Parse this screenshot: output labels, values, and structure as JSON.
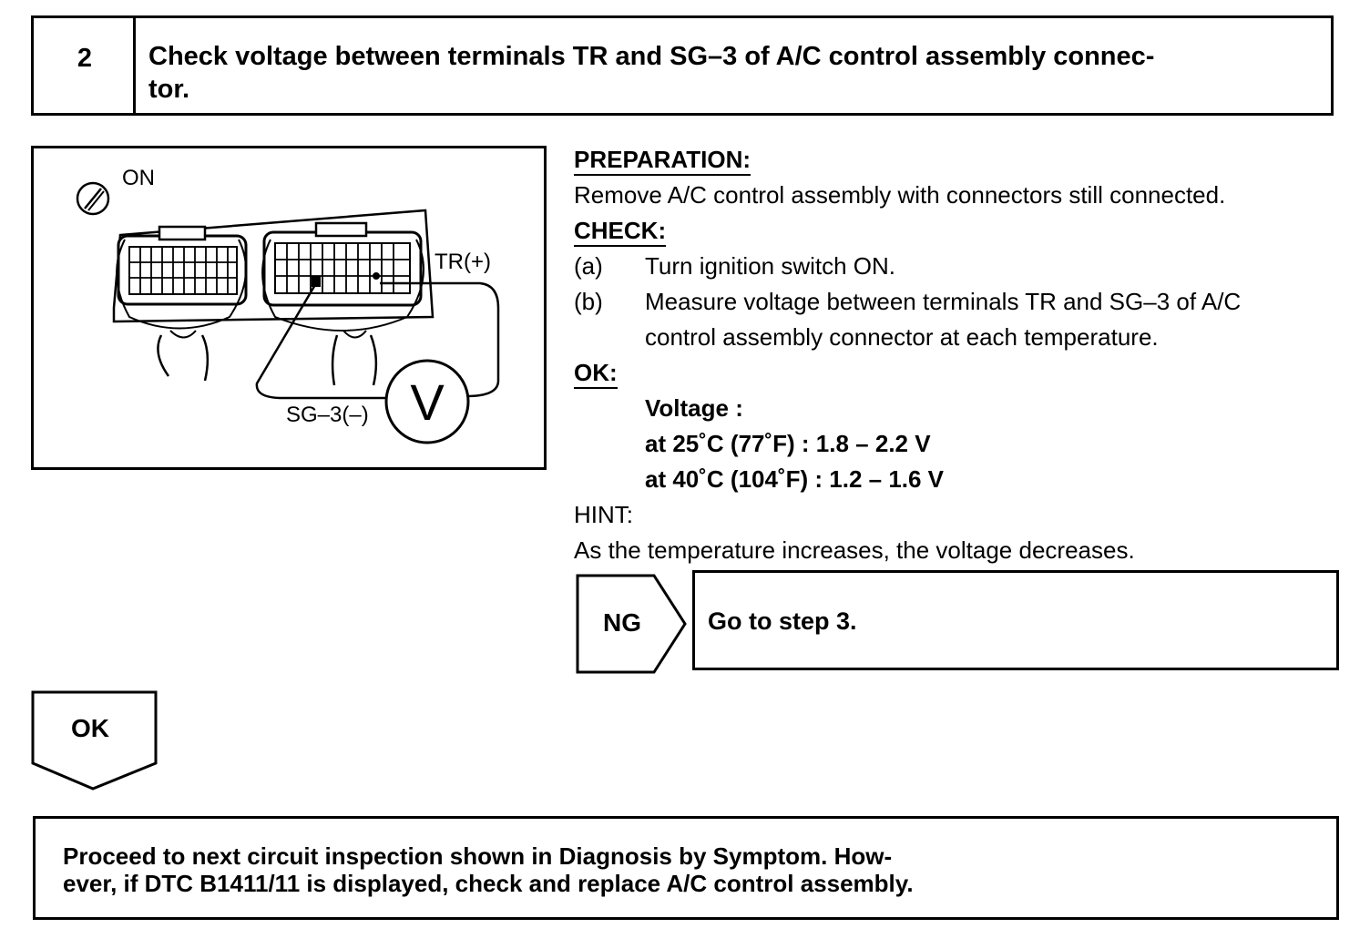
{
  "step": {
    "number": "2",
    "title_line1": "Check voltage between terminals TR and SG–3 of A/C control assembly connec-",
    "title_line2": "tor."
  },
  "diagram": {
    "ignition_label": "ON",
    "tr_label": "TR(+)",
    "sg_label": "SG–3(–)",
    "meter_label": "V"
  },
  "instructions": {
    "preparation_heading": "PREPARATION:",
    "preparation_text": "Remove A/C control assembly with connectors still connected.",
    "check_heading": "CHECK:",
    "check_a_label": "(a)",
    "check_a_text": "Turn ignition switch ON.",
    "check_b_label": "(b)",
    "check_b_line1": "Measure voltage between terminals TR and SG–3 of A/C",
    "check_b_line2": "control assembly connector at each temperature.",
    "ok_heading": "OK:",
    "ok_voltage": "Voltage :",
    "ok_line1": "at 25˚C (77˚F) : 1.8 – 2.2 V",
    "ok_line2": "at 40˚C (104˚F) : 1.2 – 1.6 V",
    "hint_heading": "HINT:",
    "hint_text": "As the temperature increases, the voltage decreases."
  },
  "ng": {
    "label": "NG",
    "result": "Go to step 3."
  },
  "ok": {
    "label": "OK"
  },
  "final": {
    "line1": "Proceed to next circuit inspection shown in Diagnosis by Symptom. How-",
    "line2": "ever, if DTC B1411/11 is displayed, check and replace A/C control assembly."
  }
}
